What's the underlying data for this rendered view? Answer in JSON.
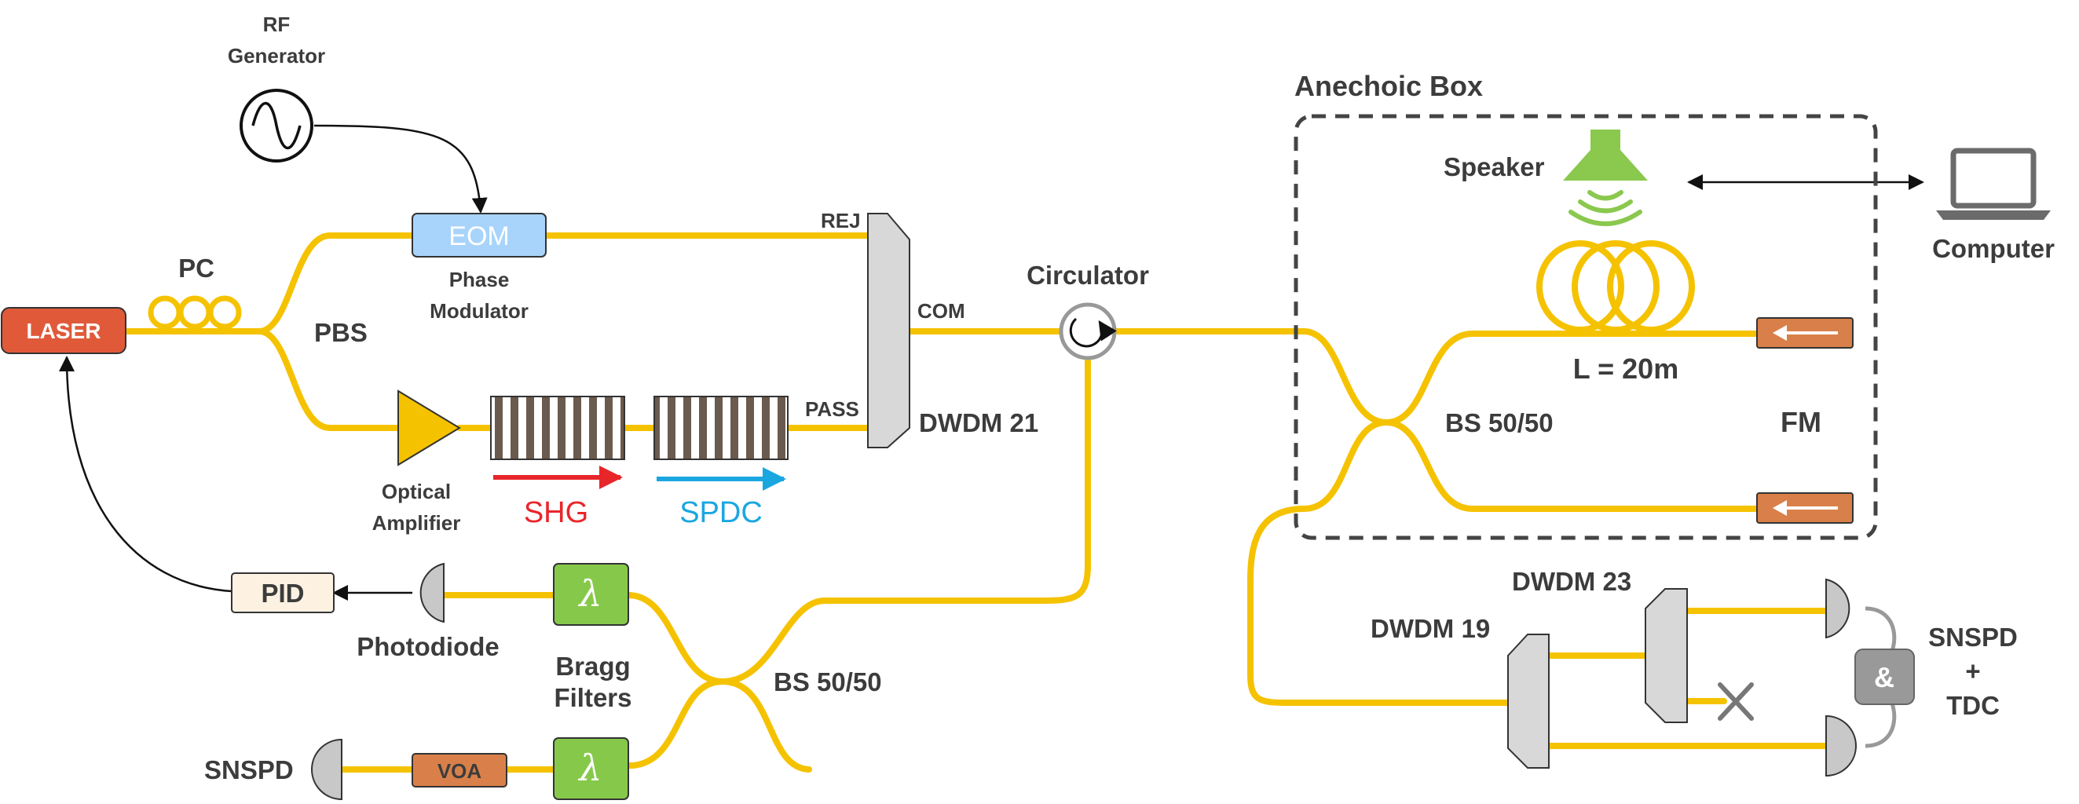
{
  "labels": {
    "rf_generator": [
      "RF",
      "Generator"
    ],
    "pc": "PC",
    "laser": "LASER",
    "pbs": "PBS",
    "eom": "EOM",
    "phase_modulator": [
      "Phase",
      "Modulator"
    ],
    "optical_amplifier": [
      "Optical",
      "Amplifier"
    ],
    "shg": "SHG",
    "spdc": "SPDC",
    "rej": "REJ",
    "com": "COM",
    "pass": "PASS",
    "dwdm21": "DWDM 21",
    "circulator": "Circulator",
    "pid": "PID",
    "photodiode": "Photodiode",
    "bragg_filters": [
      "Bragg",
      "Filters"
    ],
    "lambda": "λ",
    "bs_left": "BS 50/50",
    "snspd_left": "SNSPD",
    "voa": "VOA",
    "anechoic_box": "Anechoic Box",
    "speaker": "Speaker",
    "coil_length": "L = 20m",
    "bs_right": "BS 50/50",
    "fm": "FM",
    "computer": "Computer",
    "dwdm23": "DWDM 23",
    "dwdm19": "DWDM 19",
    "and_gate": "&",
    "snspd_tdc": [
      "SNSPD",
      "+",
      "TDC"
    ]
  },
  "colors": {
    "fiber": "#f5c200",
    "laser": "#e05a3a",
    "eom": "#a8d4fb",
    "amplifier": "#f5c200",
    "shg_arrow": "#e8262a",
    "spdc_arrow": "#1aa7e0",
    "bragg": "#86c94a",
    "voa": "#d9804a",
    "faraday_mirror": "#d9804a",
    "speaker": "#8ac84e",
    "pid": "#fdf2e2",
    "dwdm": "#d8d8d8",
    "detector": "#c8c8c8"
  },
  "icons": [
    "sine-wave-icon",
    "circulator-icon",
    "speaker-icon",
    "sound-waves-icon",
    "laptop-icon",
    "cross-icon",
    "left-arrow-icon"
  ]
}
